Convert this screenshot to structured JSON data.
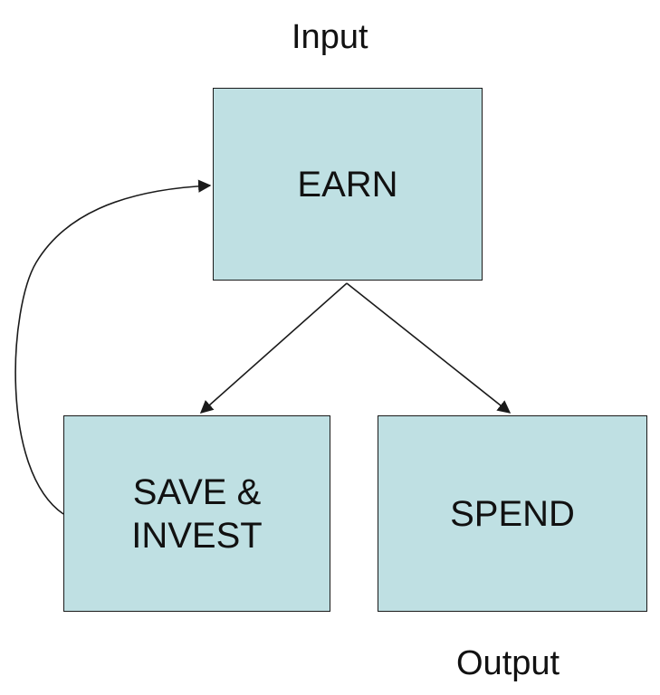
{
  "labels": {
    "input": "Input",
    "output": "Output"
  },
  "nodes": {
    "earn": {
      "label": "EARN"
    },
    "save_invest": {
      "lines": [
        "SAVE &",
        "INVEST"
      ]
    },
    "spend": {
      "label": "SPEND"
    }
  },
  "edges": [
    {
      "from": "earn",
      "to": "save_invest"
    },
    {
      "from": "earn",
      "to": "spend"
    },
    {
      "from": "save_invest",
      "to": "earn"
    }
  ],
  "colors": {
    "box_fill": "#bfe0e3",
    "stroke": "#1a1a1a",
    "text": "#111111",
    "background": "#ffffff"
  }
}
